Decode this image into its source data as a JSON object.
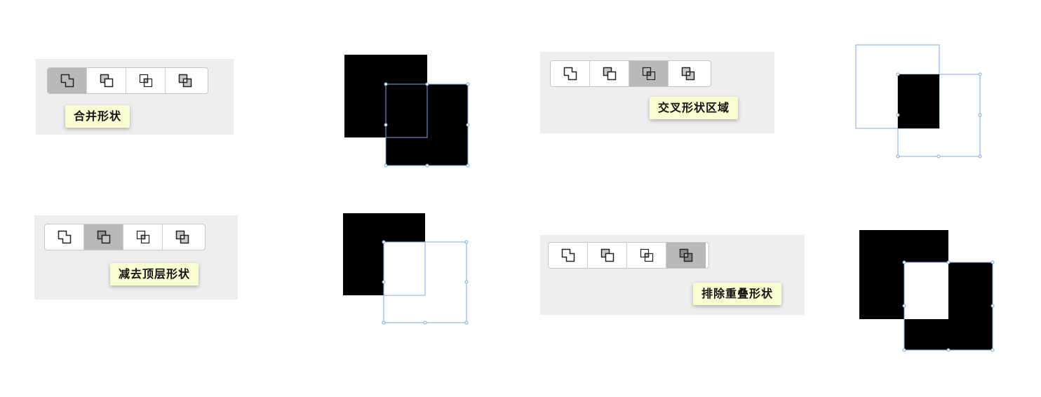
{
  "colors": {
    "panel": "#eeeeee",
    "active_button": "#b9b9b9",
    "tooltip": "#fcfcd2",
    "selection": "#7fa9e0",
    "shape_fill": "#000000"
  },
  "icons": [
    "unite-icon",
    "minus-front-icon",
    "intersect-icon",
    "exclude-icon"
  ],
  "examples": {
    "unite": {
      "tooltip": "合并形状",
      "active_index": 0
    },
    "minus": {
      "tooltip": "减去顶层形状",
      "active_index": 1
    },
    "intersect": {
      "tooltip": "交叉形状区域",
      "active_index": 2
    },
    "exclude": {
      "tooltip": "排除重叠形状",
      "active_index": 3
    }
  }
}
